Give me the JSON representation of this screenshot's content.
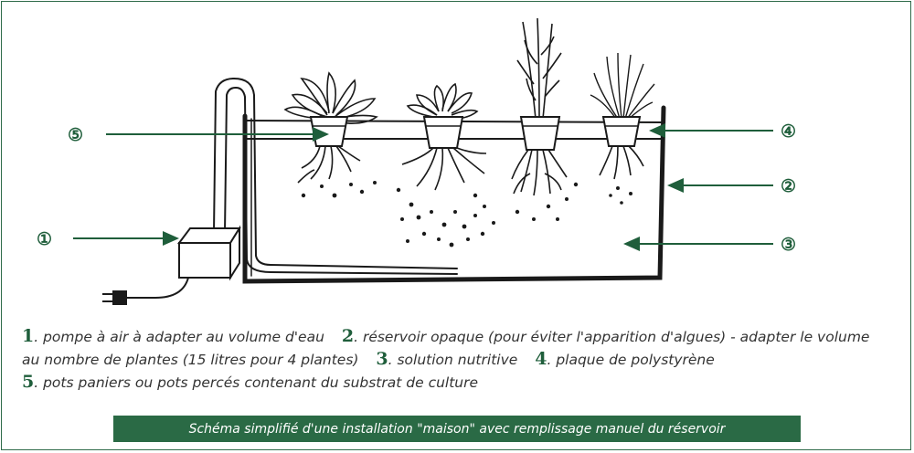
{
  "colors": {
    "accent": "#2a6a45",
    "ink": "#1a1a1a",
    "text": "#333333"
  },
  "callouts": [
    {
      "id": "5",
      "label": "⑤"
    },
    {
      "id": "4",
      "label": "④"
    },
    {
      "id": "2",
      "label": "②"
    },
    {
      "id": "1",
      "label": "①"
    },
    {
      "id": "3",
      "label": "③"
    }
  ],
  "legend": [
    {
      "num": "1",
      "text": ". pompe à air à adapter au volume d'eau"
    },
    {
      "num": "2",
      "text": ". réservoir opaque (pour éviter l'apparition d'algues) - adapter le volume au nombre de plantes (15 litres pour 4 plantes)"
    },
    {
      "num": "3",
      "text": ". solution nutritive"
    },
    {
      "num": "4",
      "text": ". plaque de polystyrène"
    },
    {
      "num": "5",
      "text": ". pots paniers ou pots percés contenant du substrat de culture"
    }
  ],
  "caption": "Schéma simplifié d'une installation \"maison\" avec remplissage manuel du réservoir"
}
